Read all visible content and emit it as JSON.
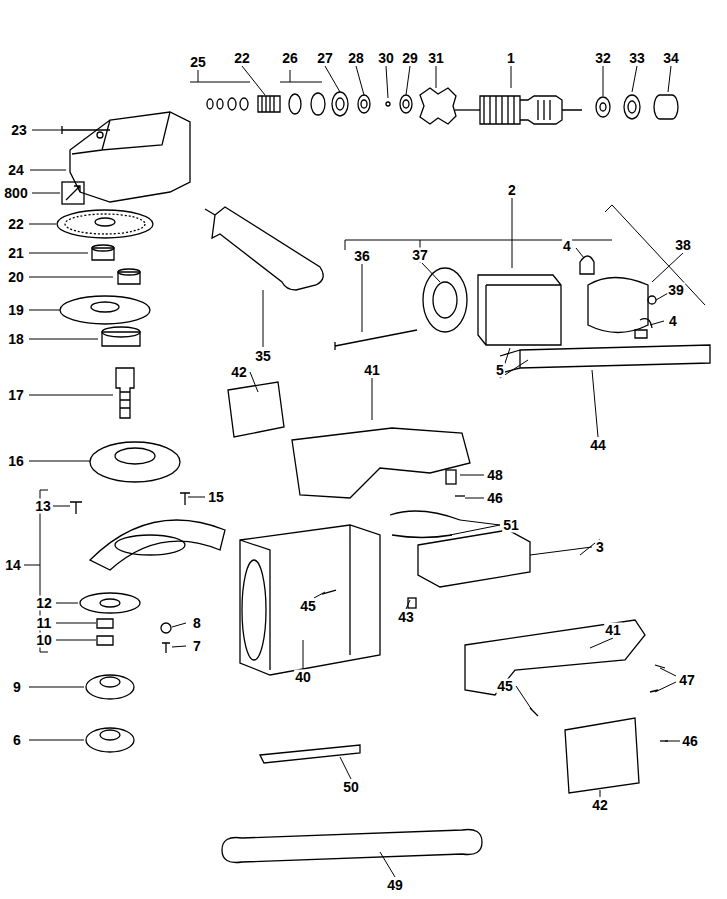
{
  "diagram": {
    "labels": [
      "25",
      "22",
      "26",
      "27",
      "28",
      "30",
      "29",
      "31",
      "1",
      "32",
      "33",
      "34",
      "23",
      "24",
      "800",
      "22",
      "21",
      "20",
      "19",
      "18",
      "17",
      "2",
      "36",
      "37",
      "4",
      "38",
      "39",
      "4",
      "35",
      "42",
      "41",
      "5",
      "44",
      "48",
      "46",
      "51",
      "16",
      "13",
      "15",
      "14",
      "3",
      "12",
      "11",
      "8",
      "10",
      "7",
      "9",
      "6",
      "40",
      "45",
      "43",
      "41",
      "47",
      "45",
      "46",
      "42",
      "50",
      "49"
    ]
  }
}
